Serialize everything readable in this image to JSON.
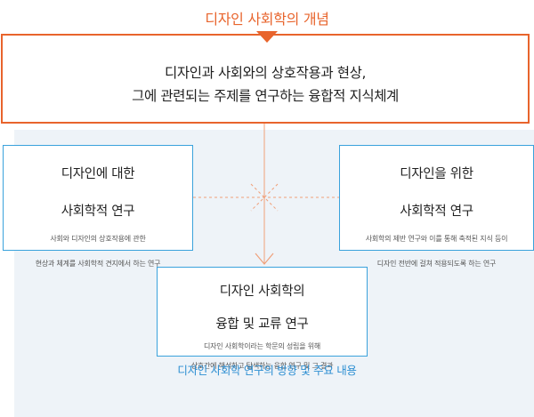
{
  "header": {
    "title": "디자인 사회학의 개념"
  },
  "definition": {
    "line1": "디자인과 사회와의 상호작용과 현상,",
    "line2": "그에 관련되는 주제를 연구하는  융합적 지식체계"
  },
  "left_box": {
    "title_line1": "디자인에 대한",
    "title_line2": "사회학적 연구",
    "desc_line1": "사회와 디자인의 상호작용에 관한",
    "desc_line2": "현상과 체계를 사회학적 견지에서 하는 연구"
  },
  "right_box": {
    "title_line1": "디자인을 위한",
    "title_line2": "사회학적 연구",
    "desc_line1": "사회학의 제반 연구와 이를 통해 축적된 지식 등이",
    "desc_line2": "디자인 전반에 걸쳐 적용되도록 하는 연구"
  },
  "bottom_box": {
    "title_line1": "디자인 사회학의",
    "title_line2": "융합 및 교류 연구",
    "desc_line1": "디자인 사회학이라는 학문의 성립을 위해",
    "desc_line2": "상호간에 해석하고 탐색하는 융합 연구 및 그 결과"
  },
  "footer": {
    "title": "디자인 사회학 연구의 방향 및 주요 내용"
  },
  "colors": {
    "accent_orange": "#e8642c",
    "accent_blue": "#3aa2dc",
    "panel_bg": "#eef3f8"
  }
}
